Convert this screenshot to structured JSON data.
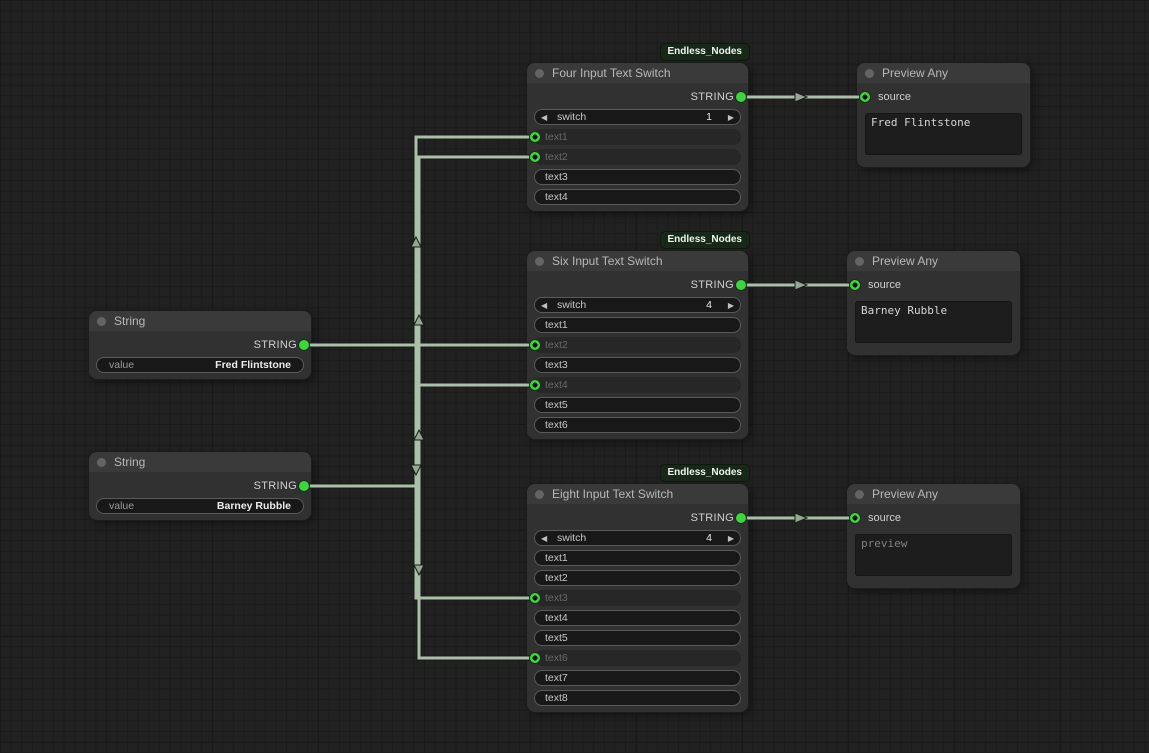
{
  "canvas": {
    "colors": {
      "background": "#212121",
      "slot_green": "#3ed43e",
      "wire": "#abc0a8",
      "badge_bg": "#182818",
      "node_title_bg": "#3a3a3a",
      "node_body_bg": "#313131"
    }
  },
  "icons": {
    "arrow_left": "◀",
    "arrow_right": "▶"
  },
  "nodes": {
    "string_1": {
      "title": "String",
      "output_label": "STRING",
      "value_label": "value",
      "value": "Fred Flintstone"
    },
    "string_2": {
      "title": "String",
      "output_label": "STRING",
      "value_label": "value",
      "value": "Barney Rubble"
    },
    "four_switch": {
      "badge": "Endless_Nodes",
      "title": "Four Input Text Switch",
      "output_label": "STRING",
      "switch_label": "switch",
      "switch_value": "1",
      "inputs": [
        "text1",
        "text2",
        "text3",
        "text4"
      ]
    },
    "six_switch": {
      "badge": "Endless_Nodes",
      "title": "Six Input Text Switch",
      "output_label": "STRING",
      "switch_label": "switch",
      "switch_value": "4",
      "inputs": [
        "text1",
        "text2",
        "text3",
        "text4",
        "text5",
        "text6"
      ]
    },
    "eight_switch": {
      "badge": "Endless_Nodes",
      "title": "Eight Input Text Switch",
      "output_label": "STRING",
      "switch_label": "switch",
      "switch_value": "4",
      "inputs": [
        "text1",
        "text2",
        "text3",
        "text4",
        "text5",
        "text6",
        "text7",
        "text8"
      ]
    },
    "preview_1": {
      "title": "Preview Any",
      "input_label": "source",
      "content": "Fred Flintstone"
    },
    "preview_2": {
      "title": "Preview Any",
      "input_label": "source",
      "content": "Barney Rubble"
    },
    "preview_3": {
      "title": "Preview Any",
      "input_label": "source",
      "content": "preview"
    }
  }
}
